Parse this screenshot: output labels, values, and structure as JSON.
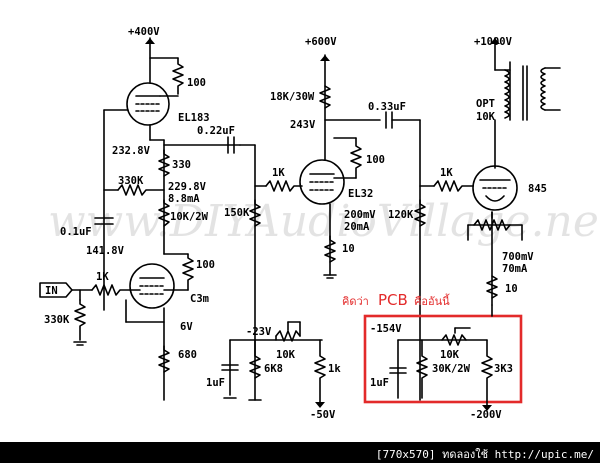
{
  "schematic": {
    "supplies": {
      "v400": "+400V",
      "v600": "+600V",
      "v1000": "+1000V",
      "vm23": "-23V",
      "vm50": "-50V",
      "vm154": "-154V",
      "vm200": "-200V"
    },
    "tubes": {
      "el183": "EL183",
      "el32": "EL32",
      "c3m": "C3m",
      "t845": "845",
      "opt": "OPT",
      "opt_z": "10K"
    },
    "labels": {
      "r100_top": "100",
      "v232": "232.8V",
      "c022": "0.22uF",
      "r330": "330",
      "r330k": "330K",
      "v229": "229.8V",
      "i88": "8.8mA",
      "r10k2w": "10K/2W",
      "c01": "0.1uF",
      "v141": "141.8V",
      "in": "IN",
      "r1k_in": "1K",
      "r330k_in": "330K",
      "r100_c3m": "100",
      "v6": "6V",
      "r680": "680",
      "r1k_a": "1K",
      "r150k": "150K",
      "r18k": "18K/30W",
      "v243": "243V",
      "c033": "0.33uF",
      "r100_el32": "100",
      "v200m": "200mV",
      "i20": "20mA",
      "r10_el32": "10",
      "r120k": "120K",
      "r1k_b": "1K",
      "v700m": "700mV",
      "i70": "70mA",
      "r10_845": "10",
      "pot10k_a": "10K",
      "r6k8": "6K8",
      "c1_a": "1uF",
      "r1k_c": "1k",
      "pot10k_b": "10K",
      "r30k2w": "30K/2W",
      "r3k3": "3K3",
      "c1_b": "1uF"
    },
    "annotation_thai": "คิดว่า",
    "annotation_pcb": "PCB",
    "annotation_thai2": "คืออันนี้",
    "watermark": "www.DIYAudioVillage.net",
    "highlight_color": "#e32a2a"
  },
  "footer": {
    "text": "[770x570] ทดลองใช้ http://upic.me/"
  }
}
